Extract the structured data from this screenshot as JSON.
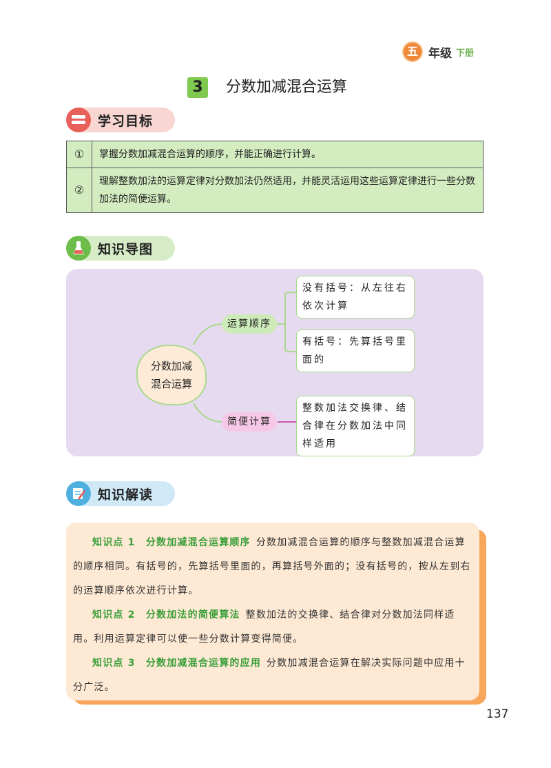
{
  "header": {
    "grade_char": "五",
    "grade_label": "年级",
    "grade_sub": "下册"
  },
  "title": {
    "number": "3",
    "text": "分数加减混合运算"
  },
  "goals": {
    "heading": "学习目标",
    "rows": [
      {
        "num": "①",
        "text": "掌握分数加减混合运算的顺序，并能正确进行计算。"
      },
      {
        "num": "②",
        "text": "理解整数加法的运算定律对分数加法仍然适用，并能灵活运用这些运算定律进行一些分数加法的简便运算。"
      }
    ]
  },
  "mindmap": {
    "heading": "知识导图",
    "center_line1": "分数加减",
    "center_line2": "混合运算",
    "branch1": {
      "label": "运算顺序",
      "child1": "没有括号：从左往右依次计算",
      "child2": "有括号：先算括号里面的"
    },
    "branch2": {
      "label": "简便计算",
      "child1": "整数加法交换律、结合律在分数加法中同样适用"
    }
  },
  "knowledge": {
    "heading": "知识解读",
    "points": [
      {
        "title": "知识点 1　分数加减混合运算顺序",
        "text": "分数加减混合运算的顺序与整数加减混合运算的顺序相同。有括号的，先算括号里面的，再算括号外面的；没有括号的，按从左到右的运算顺序依次进行计算。"
      },
      {
        "title": "知识点 2　分数加法的简便算法",
        "text": "整数加法的交换律、结合律对分数加法同样适用。利用运算定律可以使一些分数计算变得简便。"
      },
      {
        "title": "知识点 3　分数加减混合运算的应用",
        "text": "分数加减混合运算在解决实际问题中应用十分广泛。"
      }
    ]
  },
  "page_number": "137",
  "colors": {
    "green_accent": "#7fca4f",
    "title_green": "#3a9e3a",
    "orange": "#f0883a",
    "goals_bg": "#d3ecc0",
    "mindmap_bg": "#e6daf0",
    "knowledge_bg": "#fde9d4"
  }
}
